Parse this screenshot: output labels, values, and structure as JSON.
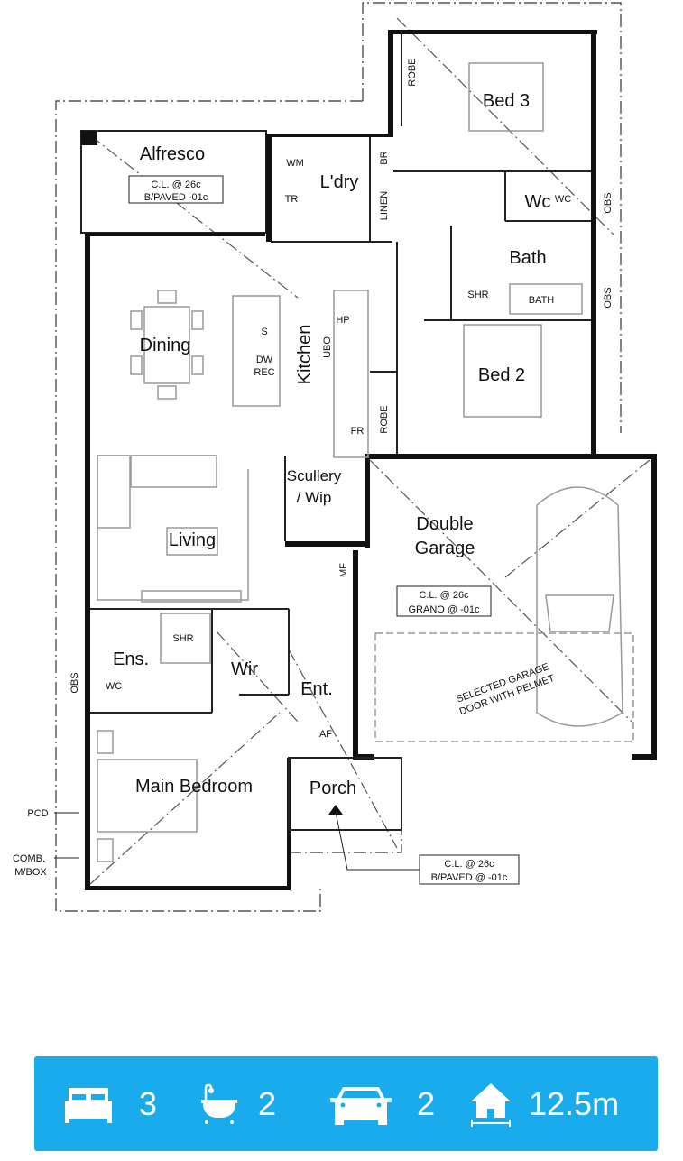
{
  "rooms": {
    "bed3": "Bed 3",
    "wc": "Wc",
    "bath": "Bath",
    "bed2": "Bed 2",
    "alfresco": "Alfresco",
    "laundry": "L'dry",
    "dining": "Dining",
    "kitchen": "Kitchen",
    "living": "Living",
    "scullery_1": "Scullery",
    "scullery_2": "/ Wip",
    "garage_1": "Double",
    "garage_2": "Garage",
    "ensuite": "Ens.",
    "wir": "Wir",
    "entry": "Ent.",
    "main_bedroom": "Main Bedroom",
    "porch": "Porch"
  },
  "fixtures": {
    "robe_top": "ROBE",
    "br": "BR",
    "linen": "LINEN",
    "wm": "WM",
    "tr": "TR",
    "obs_1": "OBS",
    "obs_2": "OBS",
    "obs_3": "OBS",
    "hp": "HP",
    "ubo": "UBO",
    "sink": "S",
    "dw_1": "DW",
    "dw_2": "REC",
    "fr": "FR",
    "robe_bed2": "ROBE",
    "shr_bath": "SHR",
    "bath_tub": "BATH",
    "wc_bath": "WC",
    "wc_ens": "WC",
    "shr_ens": "SHR",
    "mf": "MF",
    "af": "AF",
    "pcd": "PCD",
    "comb_1": "COMB.",
    "comb_2": "M/BOX"
  },
  "notes": {
    "alfresco": [
      "C.L. @ 26c",
      "B/PAVED -01c"
    ],
    "garage": [
      "C.L. @ 26c",
      "GRANO @ -01c"
    ],
    "porch": [
      "C.L. @ 26c",
      "B/PAVED @ -01c"
    ],
    "garage_door": [
      "SELECTED GARAGE",
      "DOOR WITH PELMET"
    ]
  },
  "stats": {
    "color": "#1aabec",
    "bedrooms": {
      "icon": "bed-icon",
      "value": "3"
    },
    "bathrooms": {
      "icon": "bath-icon",
      "value": "2"
    },
    "garage": {
      "icon": "car-icon",
      "value": "2"
    },
    "frontage": {
      "icon": "house-width-icon",
      "value": "12.5m"
    }
  }
}
